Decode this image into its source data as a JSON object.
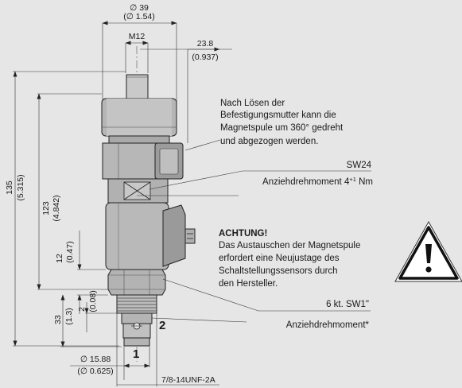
{
  "dimensions": {
    "dia_top": "∅ 39",
    "dia_top_in": "(∅ 1.54)",
    "thread_top": "M12",
    "offset_mm": "23.8",
    "offset_in": "(0.937)",
    "h_total": "135",
    "h_total_in": "(5.315)",
    "h_body": "123",
    "h_body_in": "(4.842)",
    "h_12": "12",
    "h_12_in": "(0.47)",
    "h_33": "33",
    "h_33_in": "(1.3)",
    "h_2": "2",
    "h_2_in": "(0.08)",
    "dia_bottom": "∅ 15.88",
    "dia_bottom_in": "(∅ 0.625)",
    "thread_bottom": "7/8-14UNF-2A"
  },
  "notes": {
    "rotate_line1": "Nach Lösen der",
    "rotate_line2": "Befestigungsmutter kann die",
    "rotate_line3": "Magnetspule um 360° gedreht",
    "rotate_line4": "und abgezogen werden.",
    "sw24": "SW24",
    "torque_nut_prefix": "Anziehdrehmoment 4",
    "torque_nut_sup": "+1",
    "torque_nut_suffix": " Nm",
    "warning_title": "ACHTUNG!",
    "warning_line1": "Das Austauschen der Magnetspule",
    "warning_line2": "erfordert eine Neujustage des",
    "warning_line3": "Schaltstellungssensors durch",
    "warning_line4": "den Hersteller.",
    "hex_sw": "6 kt. SW1\"",
    "torque_body": "Anziehdrehmoment*"
  },
  "ports": {
    "p1": "1",
    "p2": "2"
  },
  "icons": {
    "warning": "warning-triangle-icon"
  },
  "colors": {
    "background": "#e6e6e6",
    "line": "#222222",
    "text": "#1a1a1a"
  }
}
